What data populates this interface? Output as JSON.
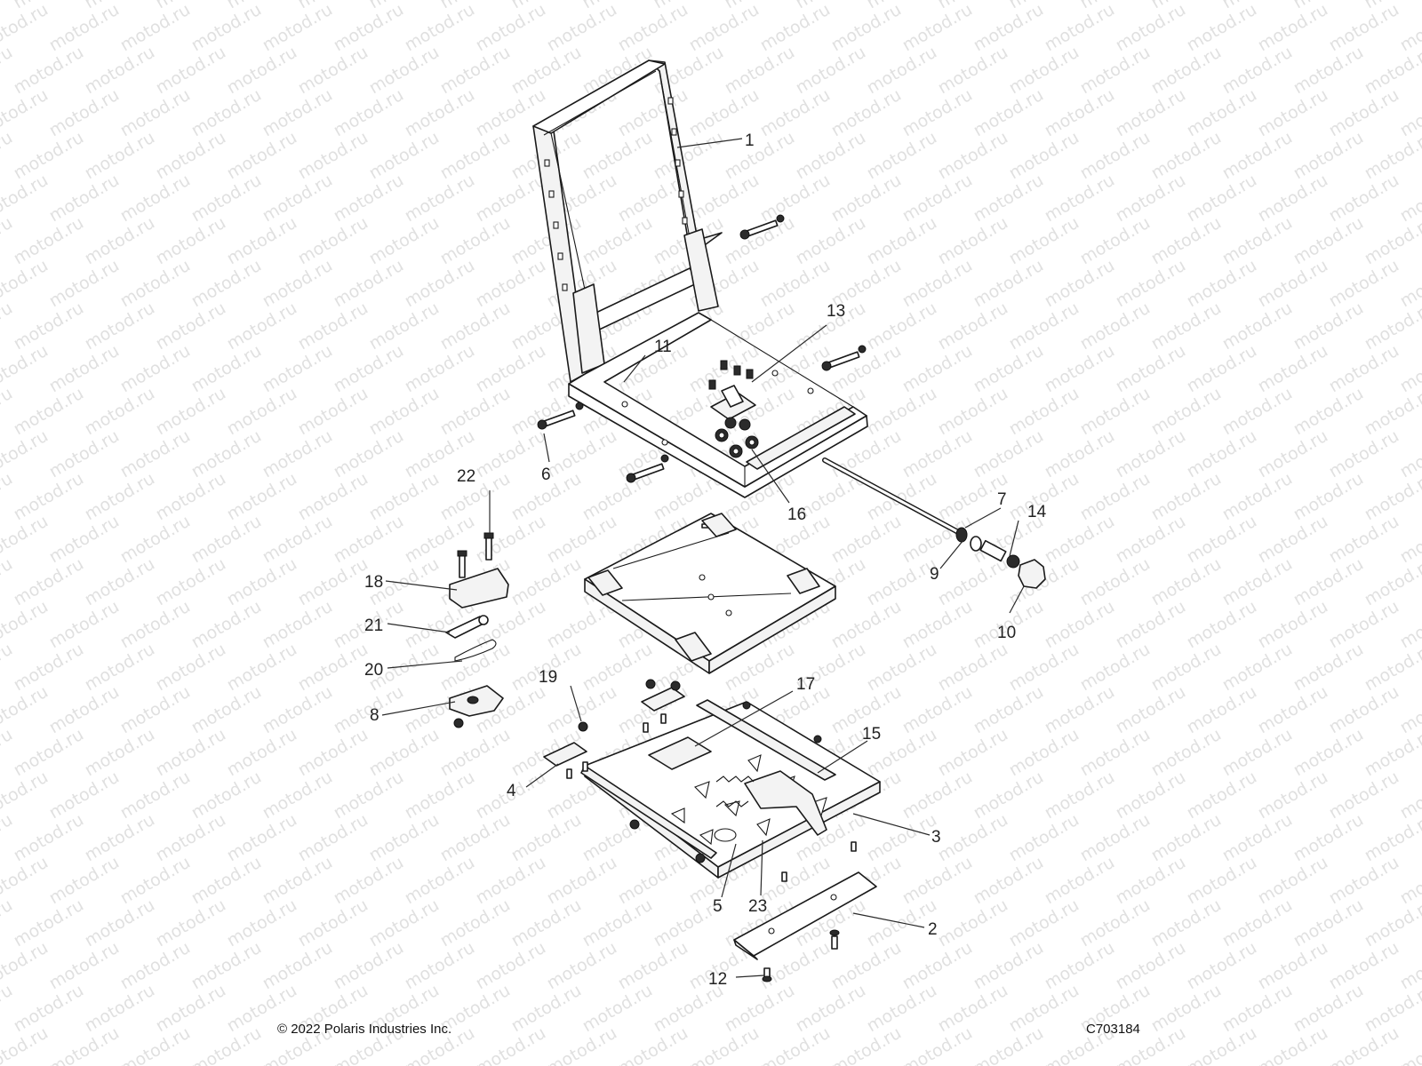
{
  "watermark": "motod.ru",
  "footer": {
    "copyright": "© 2022 Polaris Industries Inc.",
    "diagram_code": "C703184"
  },
  "callouts": {
    "c1": "1",
    "c2": "2",
    "c3": "3",
    "c4": "4",
    "c5": "5",
    "c6": "6",
    "c7": "7",
    "c8": "8",
    "c9": "9",
    "c10": "10",
    "c11": "11",
    "c12": "12",
    "c13": "13",
    "c14": "14",
    "c15": "15",
    "c16": "16",
    "c17": "17",
    "c18": "18",
    "c19": "19",
    "c20": "20",
    "c21": "21",
    "c22": "22",
    "c23": "23"
  }
}
